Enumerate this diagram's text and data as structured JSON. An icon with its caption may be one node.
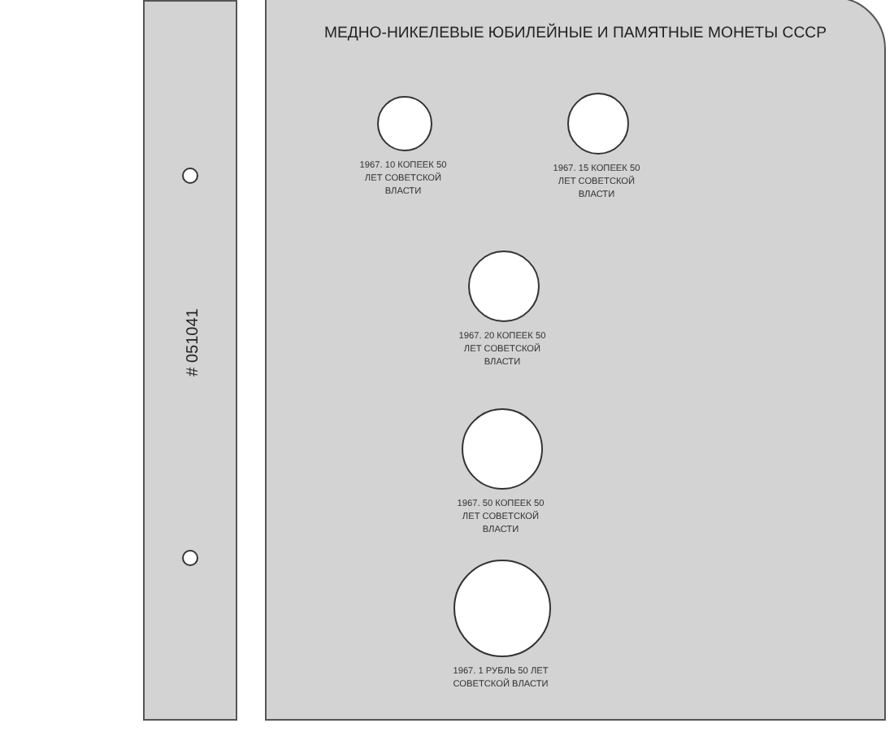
{
  "diagram": {
    "nodes": [
      {
        "text": [
          "# 051041"
        ]
      },
      {
        "text": [
          "МЕДНО-НИКЕЛЕВЫЕ ЮБИЛЕЙНЫЕ И ПАМЯТНЫЕ МОНЕТЫ СССР"
        ]
      },
      {
        "text": [],
        "shape": "circle",
        "in": 0
      },
      {
        "text": [],
        "shape": "circle",
        "in": 0
      },
      {
        "text": [],
        "shape": "circle",
        "in": 1,
        "beside": [
          "1967. 10 КОПЕЕК 50 ЛЕТ СОВЕТСКОЙ ВЛАСТИ"
        ]
      },
      {
        "text": [],
        "shape": "circle",
        "in": 1,
        "beside": [
          "1967. 15 КОПЕЕК 50 ЛЕТ СОВЕТСКОЙ ВЛАСТИ"
        ]
      },
      {
        "text": [],
        "shape": "circle",
        "in": 1,
        "beside": [
          "1967. 20 КОПЕЕК 50 ЛЕТ СОВЕТСКОЙ ВЛАСТИ"
        ]
      },
      {
        "text": [],
        "shape": "circle",
        "in": 1,
        "beside": [
          "1967. 50 КОПЕЕК 50 ЛЕТ СОВЕТСКОЙ ВЛАСТИ"
        ]
      },
      {
        "text": [],
        "shape": "circle",
        "in": 1,
        "beside": [
          "1967. 1 РУБЛЬ 50 ЛЕТ СОВЕТСКОЙ ВЛАСТИ"
        ]
      }
    ]
  }
}
